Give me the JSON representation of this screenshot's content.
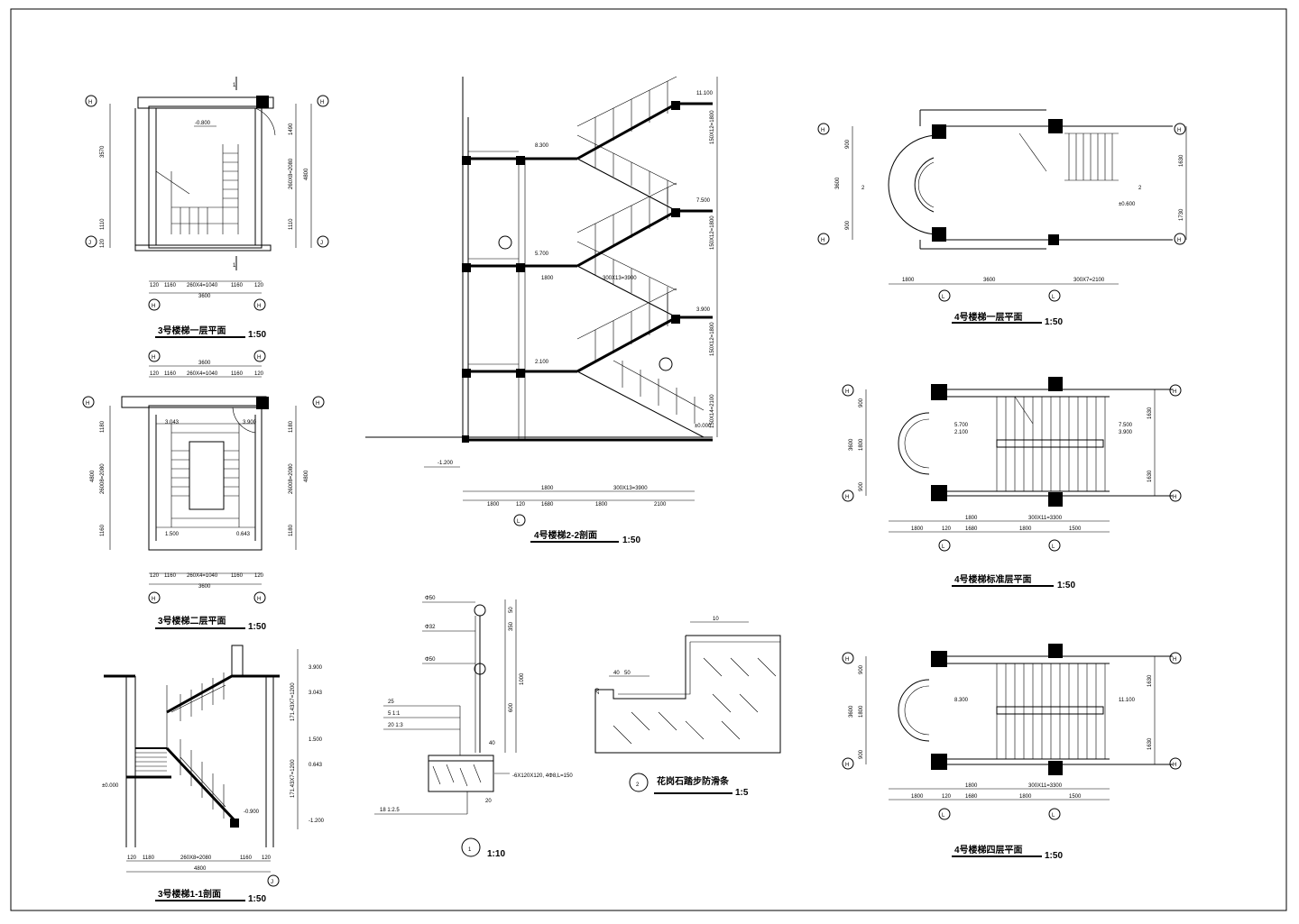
{
  "titles": {
    "s3_floor1": "3号楼梯一层平面",
    "s3_floor2": "3号楼梯二层平面",
    "s3_sec11": "3号楼梯1-1剖面",
    "s4_sec22": "4号楼梯2-2剖面",
    "s4_floor1": "4号楼梯一层平面",
    "s4_std": "4号楼梯标准层平面",
    "s4_floor4": "4号楼梯四层平面",
    "detail2": "花岗石踏步防滑条",
    "detail1_mark": "1",
    "detail2_mark": "2"
  },
  "scales": {
    "s50": "1:50",
    "s10": "1:10",
    "s5": "1:5"
  },
  "axes": {
    "h": "H",
    "j": "J",
    "l": "L"
  },
  "section_marks": {
    "one": "1",
    "two": "2"
  },
  "elevations": {
    "e_m0800": "-0.800",
    "e_11100": "11.100",
    "e_8300": "8.300",
    "e_7500": "7.500",
    "e_5700": "5.700",
    "e_3900": "3.900",
    "e_2100": "2.100",
    "e_0000": "±0.000",
    "e_m1200": "-1.200",
    "e_0600": "±0.600",
    "e_3043": "3.043",
    "e_1500": "1.500",
    "e_0643": "0.643",
    "e_m0900": "-0.900"
  },
  "dims": {
    "d3570": "3570",
    "d1110": "1110",
    "d120": "120",
    "d1490": "1490",
    "d260x8": "260X8=2080",
    "d4800": "4800",
    "d1160": "1160",
    "d260x4": "260X4=1040",
    "d3600": "3600",
    "d1180": "1180",
    "d26008": "26008=2080",
    "d150x12": "150X12=1800",
    "d150x14": "150X14=2100",
    "d1800": "1800",
    "d1680": "1680",
    "d300x13": "300X13=3900",
    "d2100": "2100",
    "d300x11": "300X11=3300",
    "d300x7": "300X7=2100",
    "d900": "900",
    "d1630": "1630",
    "d1730": "1730",
    "d1500": "1500",
    "d260x8b": "260X8=2080",
    "d171x": "171.43X7=1200",
    "d1200": "1200"
  },
  "detail1_notes": {
    "n_phi50": "Φ50",
    "n_phi32": "Φ32",
    "n_25": "25",
    "n_5": "5  1:1",
    "n_20": "20  1:3",
    "n_18": "18  1:2.5",
    "n_plate": "-6X120X120, 4Φ8,L=150",
    "n_350": "350",
    "n_1000": "1000",
    "n_600": "600",
    "n_50": "50",
    "n_40": "40",
    "n_20b": "20"
  },
  "detail2_notes": {
    "n_10": "10",
    "n_40": "40",
    "n_50": "50",
    "n_20": "20"
  }
}
